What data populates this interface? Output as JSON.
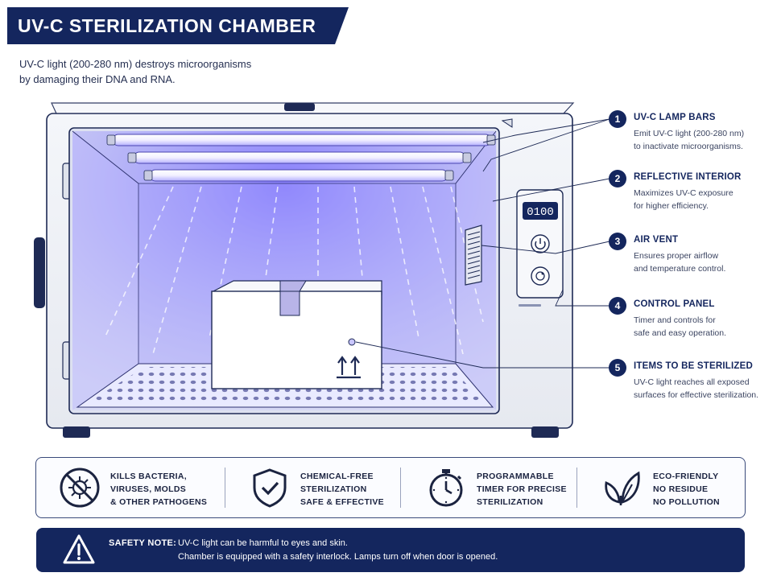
{
  "header": {
    "title": "UV-C STERILIZATION CHAMBER",
    "subtitle_line1": "UV-C light (200-280 nm) destroys microorganisms",
    "subtitle_line2": "by damaging their DNA and RNA."
  },
  "chamber": {
    "display_value": "0100",
    "colors": {
      "uv_glow": "#5a4dff",
      "navy": "#14265e",
      "steel": "#eef1f6"
    }
  },
  "callouts": [
    {
      "number": "1",
      "title": "UV-C LAMP BARS",
      "desc_line1": "Emit UV-C light (200-280 nm)",
      "desc_line2": "to inactivate microorganisms."
    },
    {
      "number": "2",
      "title": "REFLECTIVE INTERIOR",
      "desc_line1": "Maximizes UV-C exposure",
      "desc_line2": "for higher efficiency."
    },
    {
      "number": "3",
      "title": "AIR VENT",
      "desc_line1": "Ensures proper airflow",
      "desc_line2": "and temperature control."
    },
    {
      "number": "4",
      "title": "CONTROL PANEL",
      "desc_line1": "Timer and controls for",
      "desc_line2": "safe and easy operation."
    },
    {
      "number": "5",
      "title": "ITEMS TO BE STERILIZED",
      "desc_line1": "UV-C light reaches all exposed",
      "desc_line2": "surfaces for effective sterilization."
    }
  ],
  "features": [
    {
      "icon": "no-bacteria-icon",
      "line1": "KILLS BACTERIA,",
      "line2": "VIRUSES, MOLDS",
      "line3": "& OTHER PATHOGENS"
    },
    {
      "icon": "shield-check-icon",
      "line1": "CHEMICAL-FREE",
      "line2": "STERILIZATION",
      "line3": "SAFE & EFFECTIVE"
    },
    {
      "icon": "stopwatch-icon",
      "line1": "PROGRAMMABLE",
      "line2": "TIMER FOR PRECISE",
      "line3": "STERILIZATION"
    },
    {
      "icon": "leaf-icon",
      "line1": "ECO-FRIENDLY",
      "line2": "NO RESIDUE",
      "line3": "NO POLLUTION"
    }
  ],
  "safety": {
    "label": "SAFETY NOTE:",
    "line1": "UV-C light can be harmful to eyes and skin.",
    "line2": "Chamber is equipped with a safety interlock. Lamps turn off when door is opened."
  }
}
